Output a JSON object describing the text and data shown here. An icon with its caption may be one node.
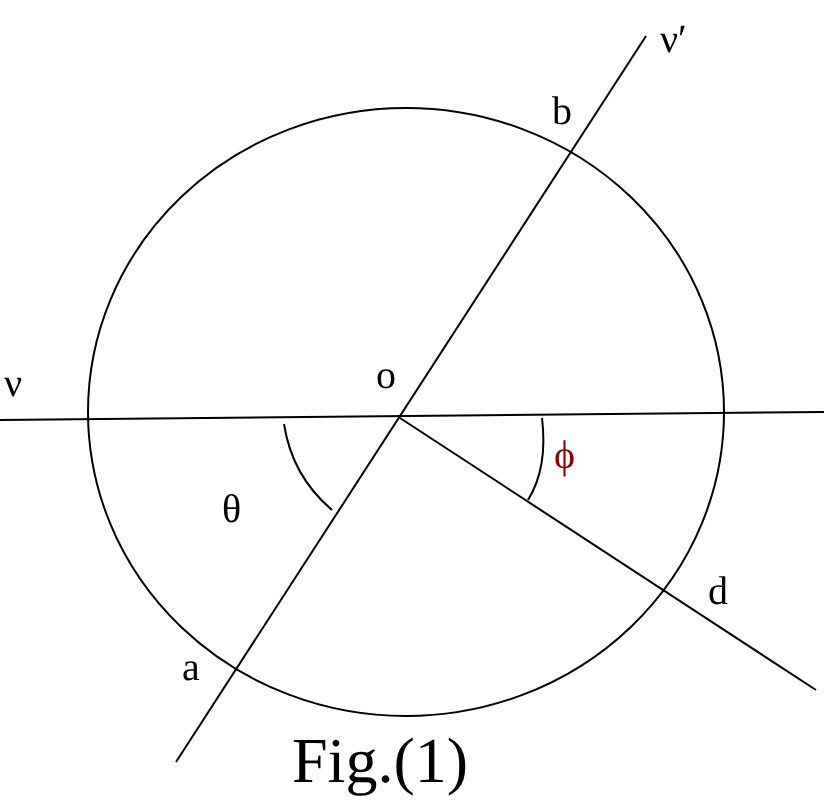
{
  "diagram": {
    "caption": "Fig.(1)",
    "labels": [
      "ν′",
      "b",
      "ν",
      "o",
      "ϕ",
      "θ",
      "d",
      "a"
    ]
  }
}
